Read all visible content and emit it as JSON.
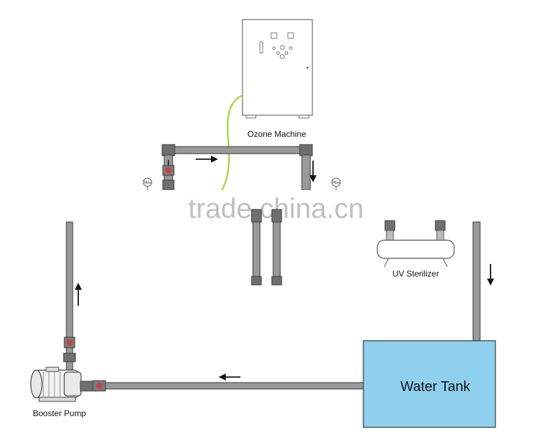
{
  "labels": {
    "ozone_machine": "Ozone Machine",
    "uv_sterilizer": "UV Sterilizer",
    "booster_pump": "Booster Pump",
    "water_tank": "Water Tank",
    "gauge_unit": "Mpa",
    "watermark": "trade.china.cn"
  },
  "colors": {
    "tank_fill": "#8fd0ee",
    "pipe_fill": "#9a9a9a",
    "valve_red": "#d43a3a",
    "ozone_tube": "#a8d848"
  },
  "icons": [
    "flow-arrow-icon",
    "pressure-gauge-icon",
    "ball-valve-icon"
  ]
}
